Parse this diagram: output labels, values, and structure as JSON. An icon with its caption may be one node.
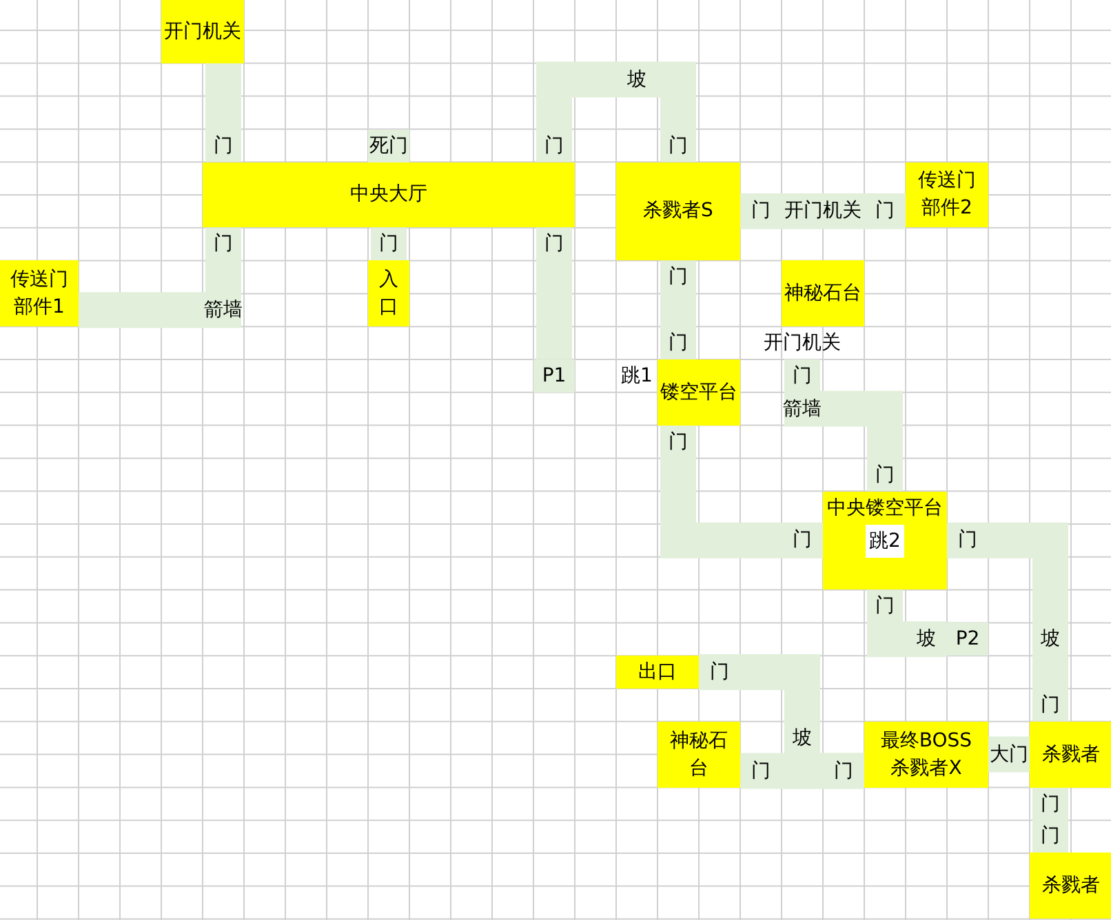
{
  "diagram": {
    "nodes": [
      {
        "text": [
          "开门机关"
        ]
      },
      {
        "text": [
          "中央大厅"
        ],
        "beside": [
          "死门"
        ]
      },
      {
        "text": [
          "传送门部件1"
        ]
      },
      {
        "text": [
          "入口"
        ]
      },
      {
        "text": [
          "P1"
        ]
      },
      {
        "text": [
          "杀戮者S"
        ]
      },
      {
        "text": [
          "传送门部件2"
        ]
      },
      {
        "text": [
          "神秘石台"
        ]
      },
      {
        "text": [
          "开门机关"
        ]
      },
      {
        "text": [
          "镂空平台"
        ]
      },
      {
        "text": [
          "中央镂空平台",
          "跳2"
        ]
      },
      {
        "text": [
          "P2"
        ]
      },
      {
        "text": [
          "出口"
        ]
      },
      {
        "text": [
          "神秘石台"
        ]
      },
      {
        "text": [
          "最终BOSS杀戮者X"
        ]
      },
      {
        "text": [
          "杀戮者"
        ]
      },
      {
        "text": [
          "杀戮者"
        ]
      }
    ],
    "edges": [
      {
        "from": 0,
        "to": 1,
        "arrow": "none"
      },
      {
        "from": 1,
        "to": 2,
        "arrow": "none"
      },
      {
        "from": 1,
        "to": 3,
        "arrow": "none"
      },
      {
        "from": 1,
        "to": 5,
        "arrow": "none"
      },
      {
        "from": 1,
        "to": 4,
        "arrow": "none"
      },
      {
        "from": 5,
        "to": 9,
        "arrow": "none"
      },
      {
        "from": 5,
        "to": 6,
        "arrow": "none"
      },
      {
        "from": 8,
        "to": 10,
        "arrow": "none"
      },
      {
        "from": 9,
        "to": 10,
        "arrow": "none"
      },
      {
        "from": 10,
        "to": 11,
        "arrow": "none"
      },
      {
        "from": 10,
        "to": 15,
        "arrow": "none"
      },
      {
        "from": 12,
        "to": 14,
        "arrow": "none"
      },
      {
        "from": 13,
        "to": 14,
        "arrow": "none"
      },
      {
        "from": 14,
        "to": 15,
        "arrow": "none"
      },
      {
        "from": 15,
        "to": 16,
        "arrow": "none"
      }
    ],
    "labels": [
      "坡",
      "门",
      "门",
      "门",
      "门",
      "开门机关",
      "门",
      "门",
      "门",
      "门",
      "门",
      "箭墙",
      "门",
      "跳1",
      "门",
      "箭墙",
      "门",
      "门",
      "门",
      "门",
      "门",
      "坡",
      "坡",
      "门",
      "门",
      "坡",
      "大门",
      "门",
      "门",
      "门",
      "门"
    ]
  }
}
